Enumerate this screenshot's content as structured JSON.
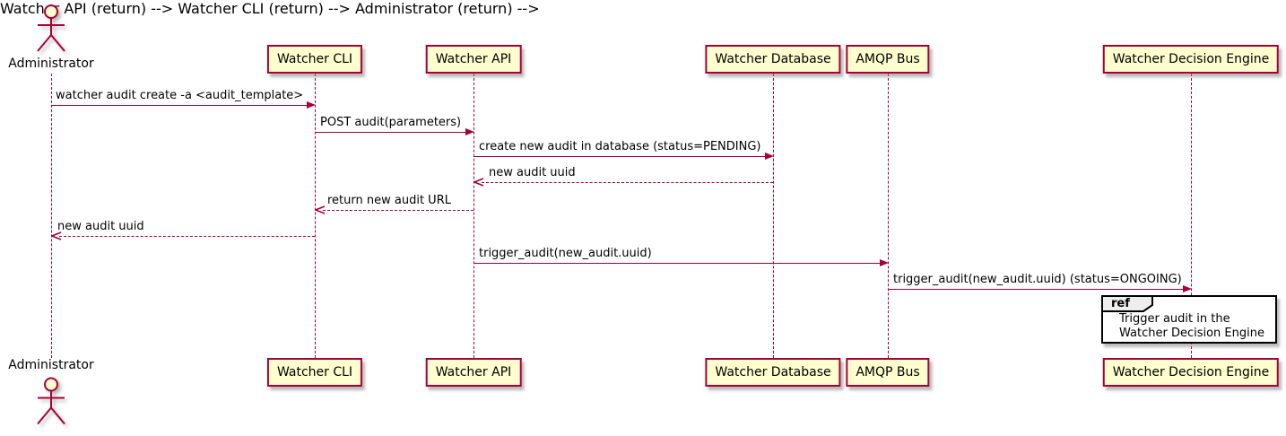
{
  "diagram_type": "plantuml-sequence",
  "colors": {
    "participant_fill": "#FEFECE",
    "line_and_border": "#A80036",
    "text": "#000000",
    "ref_border": "#000000",
    "ref_tab_fill": "#EEEEEE",
    "background": "#FFFFFF"
  },
  "actor": {
    "label": "Administrator"
  },
  "participants": [
    {
      "id": "watcher-cli",
      "label": "Watcher CLI"
    },
    {
      "id": "watcher-api",
      "label": "Watcher API"
    },
    {
      "id": "watcher-database",
      "label": "Watcher Database"
    },
    {
      "id": "amqp-bus",
      "label": "AMQP Bus"
    },
    {
      "id": "watcher-decision-engine",
      "label": "Watcher Decision Engine"
    }
  ],
  "messages": [
    {
      "from": "Administrator",
      "to": "Watcher CLI",
      "style": "solid",
      "text": "watcher audit create -a <audit_template>"
    },
    {
      "from": "Watcher CLI",
      "to": "Watcher API",
      "style": "solid",
      "text": "POST audit(parameters)"
    },
    {
      "from": "Watcher API",
      "to": "Watcher Database",
      "style": "solid",
      "text": "create new audit in database (status=PENDING)"
    },
    {
      "from": "Watcher Database",
      "to": "Watcher API",
      "style": "dashed",
      "text": "new audit uuid"
    },
    {
      "from": "Watcher API",
      "to": "Watcher CLI",
      "style": "dashed",
      "text": "return new audit URL"
    },
    {
      "from": "Watcher CLI",
      "to": "Administrator",
      "style": "dashed",
      "text": "new audit uuid"
    },
    {
      "from": "Watcher API",
      "to": "AMQP Bus",
      "style": "solid",
      "text": "trigger_audit(new_audit.uuid)"
    },
    {
      "from": "AMQP Bus",
      "to": "Watcher Decision Engine",
      "style": "solid",
      "text": "trigger_audit(new_audit.uuid) (status=ONGOING)"
    }
  ],
  "ref": {
    "keyword": "ref",
    "line1": "Trigger audit in the",
    "line2": "Watcher Decision Engine"
  }
}
